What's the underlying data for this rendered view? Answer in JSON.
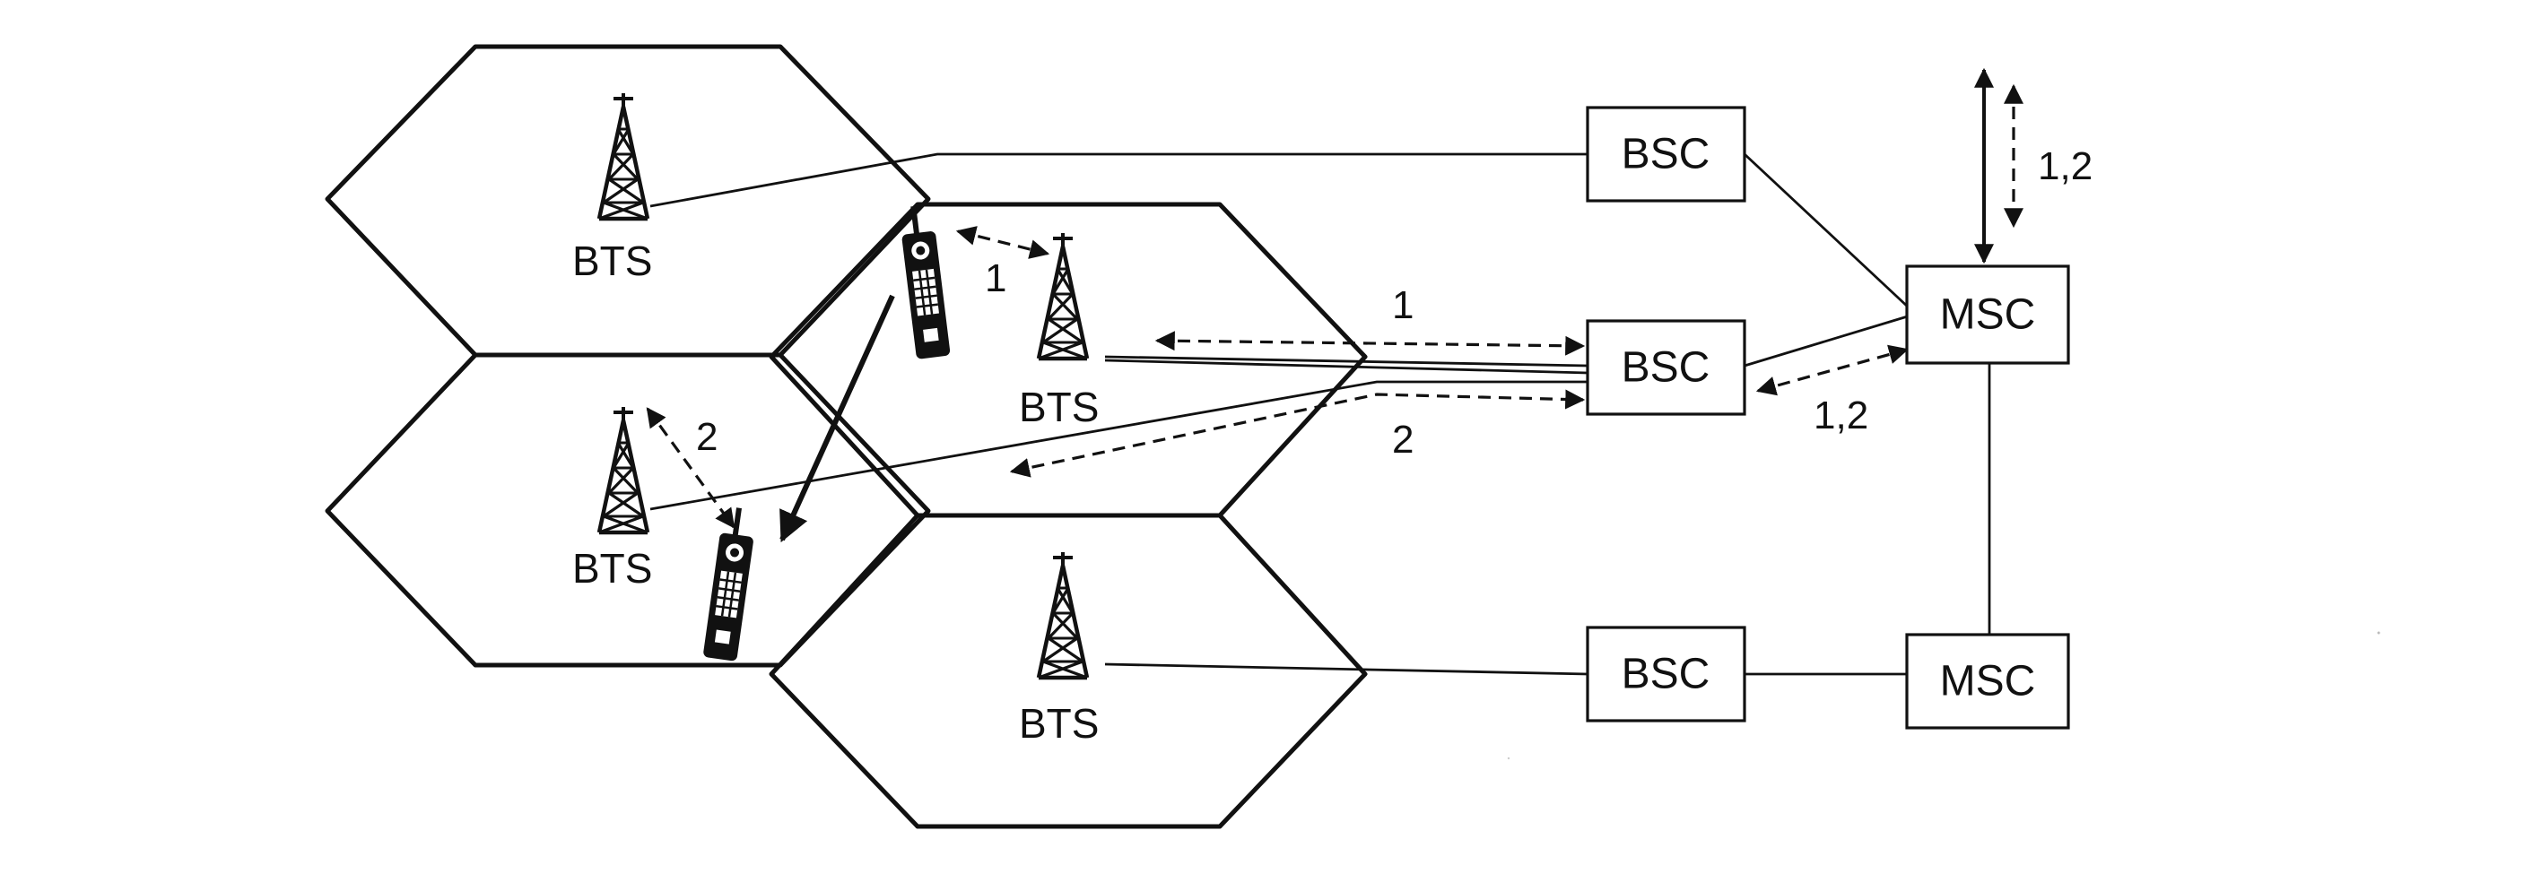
{
  "labels": {
    "bts_1": "BTS",
    "bts_2": "BTS",
    "bts_3": "BTS",
    "bts_4": "BTS",
    "bsc_1": "BSC",
    "bsc_2": "BSC",
    "bsc_3": "BSC",
    "msc_1": "MSC",
    "msc_2": "MSC",
    "signal_phone_bts": "1",
    "signal_bts_bsc_1": "1",
    "signal_bts_bsc_2": "2",
    "signal_phone_bts_2": "2",
    "signal_bsc_msc": "1,2",
    "signal_msc_external": "1,2"
  }
}
